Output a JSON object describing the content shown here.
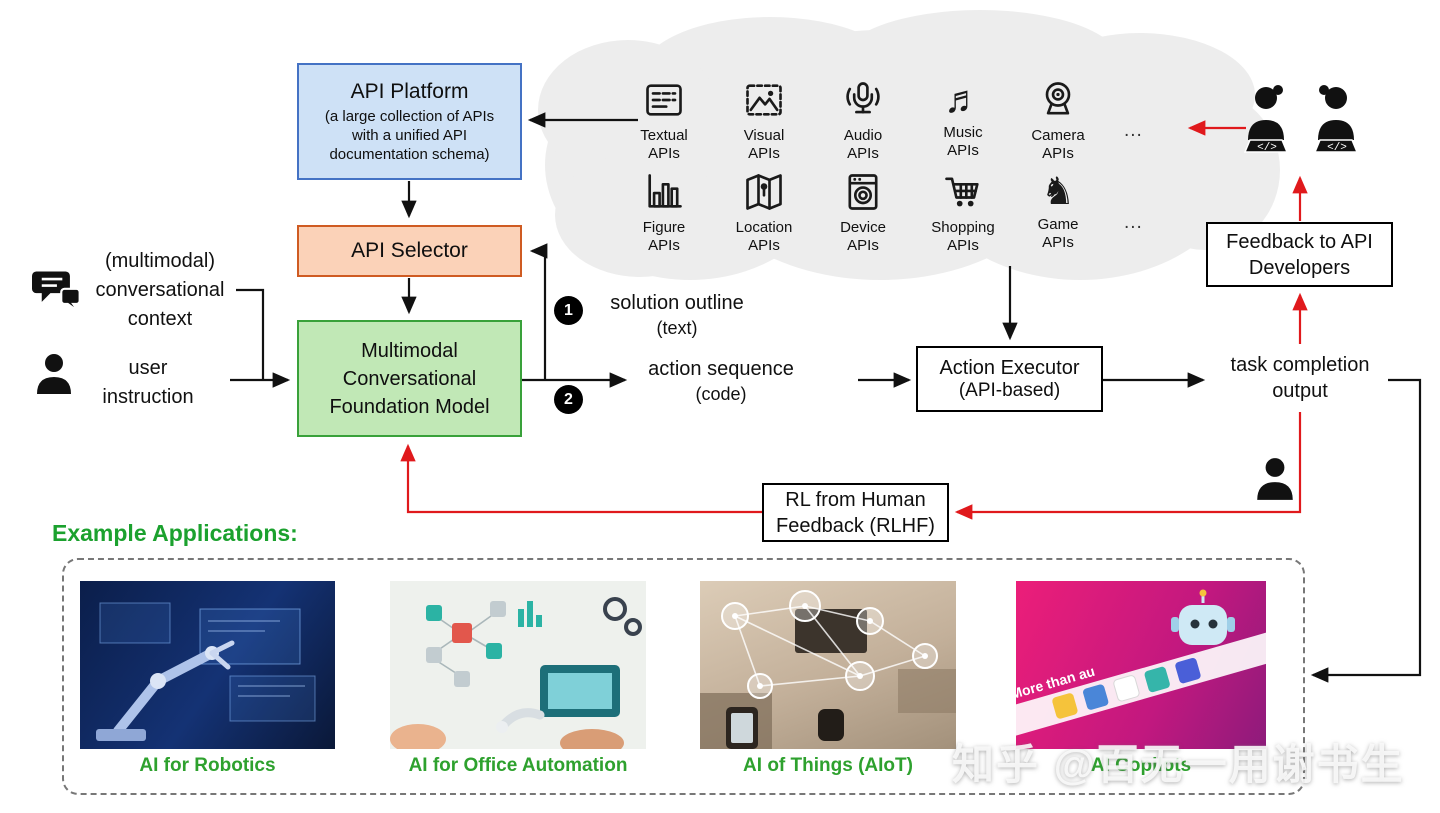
{
  "colors": {
    "api_platform_fill": "#cee1f6",
    "api_platform_border": "#4472c4",
    "api_selector_fill": "#fbd2b8",
    "api_selector_border": "#cf5b22",
    "foundation_fill": "#c1e8b6",
    "foundation_border": "#39a13a",
    "feedback_red": "#e0191c",
    "example_green": "#2ea12e",
    "cloud_gray": "#ededed"
  },
  "boxes": {
    "api_platform": {
      "title": "API Platform",
      "subtitle_lines": [
        "(a large collection of APIs",
        "with a unified API",
        "documentation schema)"
      ]
    },
    "api_selector": {
      "title": "API Selector"
    },
    "foundation_model": {
      "lines": [
        "Multimodal",
        "Conversational",
        "Foundation Model"
      ]
    },
    "action_executor": {
      "title": "Action Executor",
      "subtitle": "(API-based)"
    },
    "feedback_developers": {
      "lines": [
        "Feedback to API",
        "Developers"
      ]
    },
    "rlhf": {
      "lines": [
        "RL from Human",
        "Feedback (RLHF)"
      ]
    }
  },
  "inputs": {
    "context_lines": [
      "(multimodal)",
      "conversational",
      "context"
    ],
    "instruction_lines": [
      "user",
      "instruction"
    ]
  },
  "flow": {
    "step1": {
      "num": "1",
      "label": "solution outline",
      "sub": "(text)"
    },
    "step2": {
      "num": "2",
      "label": "action sequence",
      "sub": "(code)"
    },
    "task_completion_lines": [
      "task completion",
      "output"
    ]
  },
  "cloud": {
    "row1": [
      {
        "line1": "Textual",
        "line2": "APIs"
      },
      {
        "line1": "Visual",
        "line2": "APIs"
      },
      {
        "line1": "Audio",
        "line2": "APIs"
      },
      {
        "line1": "Music",
        "line2": "APIs",
        "glyph": "♬"
      },
      {
        "line1": "Camera",
        "line2": "APIs"
      }
    ],
    "row1_ellipsis": "...",
    "row2": [
      {
        "line1": "Figure",
        "line2": "APIs"
      },
      {
        "line1": "Location",
        "line2": "APIs"
      },
      {
        "line1": "Device",
        "line2": "APIs"
      },
      {
        "line1": "Shopping",
        "line2": "APIs"
      },
      {
        "line1": "Game",
        "line2": "APIs",
        "glyph": "♞"
      }
    ],
    "row2_ellipsis": "..."
  },
  "developers": {
    "code_symbol": "</>"
  },
  "examples": {
    "heading": "Example Applications:",
    "items": [
      {
        "caption": "AI for Robotics"
      },
      {
        "caption": "AI for Office Automation"
      },
      {
        "caption": "AI of Things (AIoT)"
      },
      {
        "caption": "AI Copilots",
        "ribbon_text": "More than au"
      }
    ]
  },
  "watermark": "知乎 @百无一用谢书生"
}
